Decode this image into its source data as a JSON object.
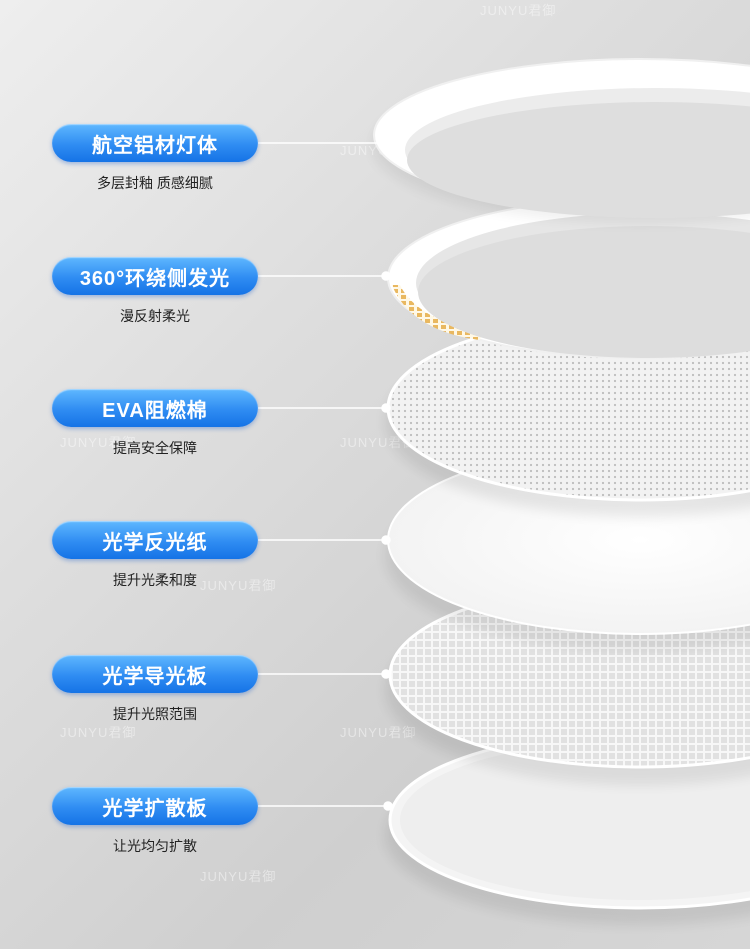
{
  "watermark": "JUNYU君御",
  "features": [
    {
      "title": "航空铝材灯体",
      "subtitle": "多层封釉 质感细腻"
    },
    {
      "title": "360°环绕侧发光",
      "subtitle": "漫反射柔光"
    },
    {
      "title": "EVA阻燃棉",
      "subtitle": "提高安全保障"
    },
    {
      "title": "光学反光纸",
      "subtitle": "提升光柔和度"
    },
    {
      "title": "光学导光板",
      "subtitle": "提升光照范围"
    },
    {
      "title": "光学扩散板",
      "subtitle": "让光均匀扩散"
    }
  ],
  "colors": {
    "pill": "#2f8cf2",
    "led": "#e9b860",
    "layer": "#ffffff"
  }
}
